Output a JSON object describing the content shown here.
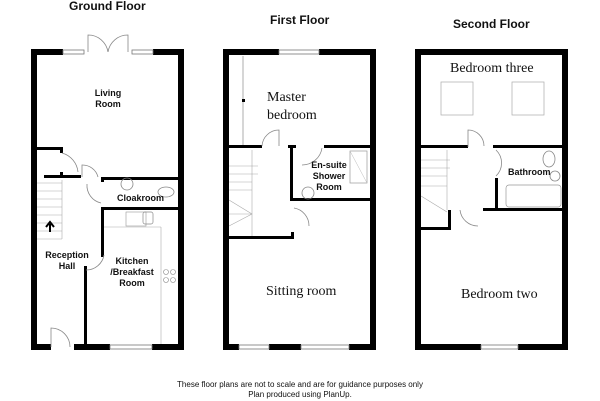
{
  "floors": [
    {
      "title": "Ground Floor",
      "rooms": [
        {
          "label_line1": "Living",
          "label_line2": "Room"
        },
        {
          "label_line1": "Cloakroom"
        },
        {
          "label_line1": "Reception",
          "label_line2": "Hall"
        },
        {
          "label_line1": "Kitchen",
          "label_line2": "/Breakfast",
          "label_line3": "Room"
        }
      ]
    },
    {
      "title": "First Floor",
      "rooms": [
        {
          "label_line1": "Master",
          "label_line2": "bedroom"
        },
        {
          "label_line1": "En-suite",
          "label_line2": "Shower",
          "label_line3": "Room"
        },
        {
          "label_line1": "Sitting room"
        }
      ]
    },
    {
      "title": "Second Floor",
      "rooms": [
        {
          "label_line1": "Bedroom three"
        },
        {
          "label_line1": "Bathroom"
        },
        {
          "label_line1": "Bedroom two"
        }
      ]
    }
  ],
  "footer": {
    "line1": "These floor plans are not to scale and are for guidance purposes only",
    "line2": "Plan produced using PlanUp."
  },
  "colors": {
    "wall": "#000000",
    "fixture": "#8a8a8a",
    "background": "#ffffff"
  }
}
